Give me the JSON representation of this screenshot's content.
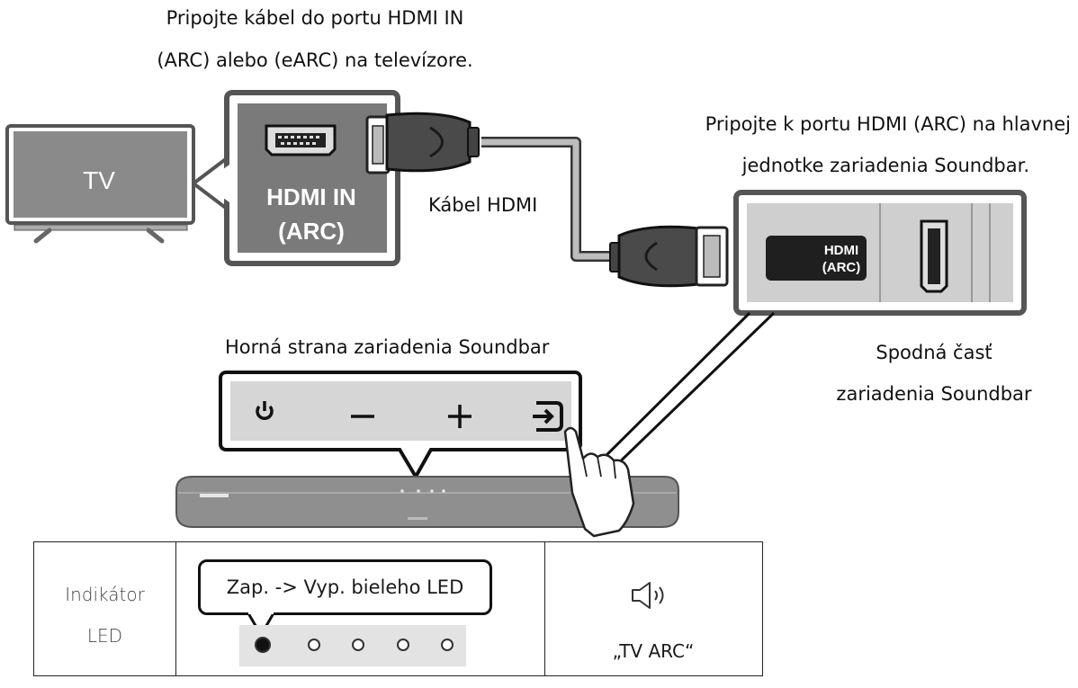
{
  "captions": {
    "tv_port_line1": "Pripojte kábel do portu HDMI IN",
    "tv_port_line2": "(ARC) alebo (eARC) na televízore.",
    "soundbar_port_line1": "Pripojte k portu HDMI (ARC) na hlavnej",
    "soundbar_port_line2": "jednotke zariadenia Soundbar.",
    "cable": "Kábel HDMI",
    "top_side": "Horná strana zariadenia Soundbar",
    "bottom_line1": "Spodná časť",
    "bottom_line2": "zariadenia Soundbar"
  },
  "tv": {
    "label": "TV"
  },
  "tv_port": {
    "line1": "HDMI IN",
    "line2": "(ARC)"
  },
  "soundbar_port": {
    "line1": "HDMI",
    "line2": "(ARC)"
  },
  "buttons": [
    {
      "name": "power",
      "icon": "power-icon"
    },
    {
      "name": "volume-down",
      "icon": "minus-icon"
    },
    {
      "name": "volume-up",
      "icon": "plus-icon"
    },
    {
      "name": "source",
      "icon": "source-input-icon"
    }
  ],
  "led_table": {
    "label_line1": "Indikátor",
    "label_line2": "LED",
    "callout": "Zap. -> Vyp. bieleho LED",
    "leds": [
      "on",
      "off",
      "off",
      "off",
      "off"
    ],
    "speaker_icon": "speaker-sound-icon",
    "status": "„TV ARC“"
  },
  "colors": {
    "panel_gray": "#777777",
    "port_gray": "#d2d2d2",
    "soundbar": "#8c8c8c"
  }
}
